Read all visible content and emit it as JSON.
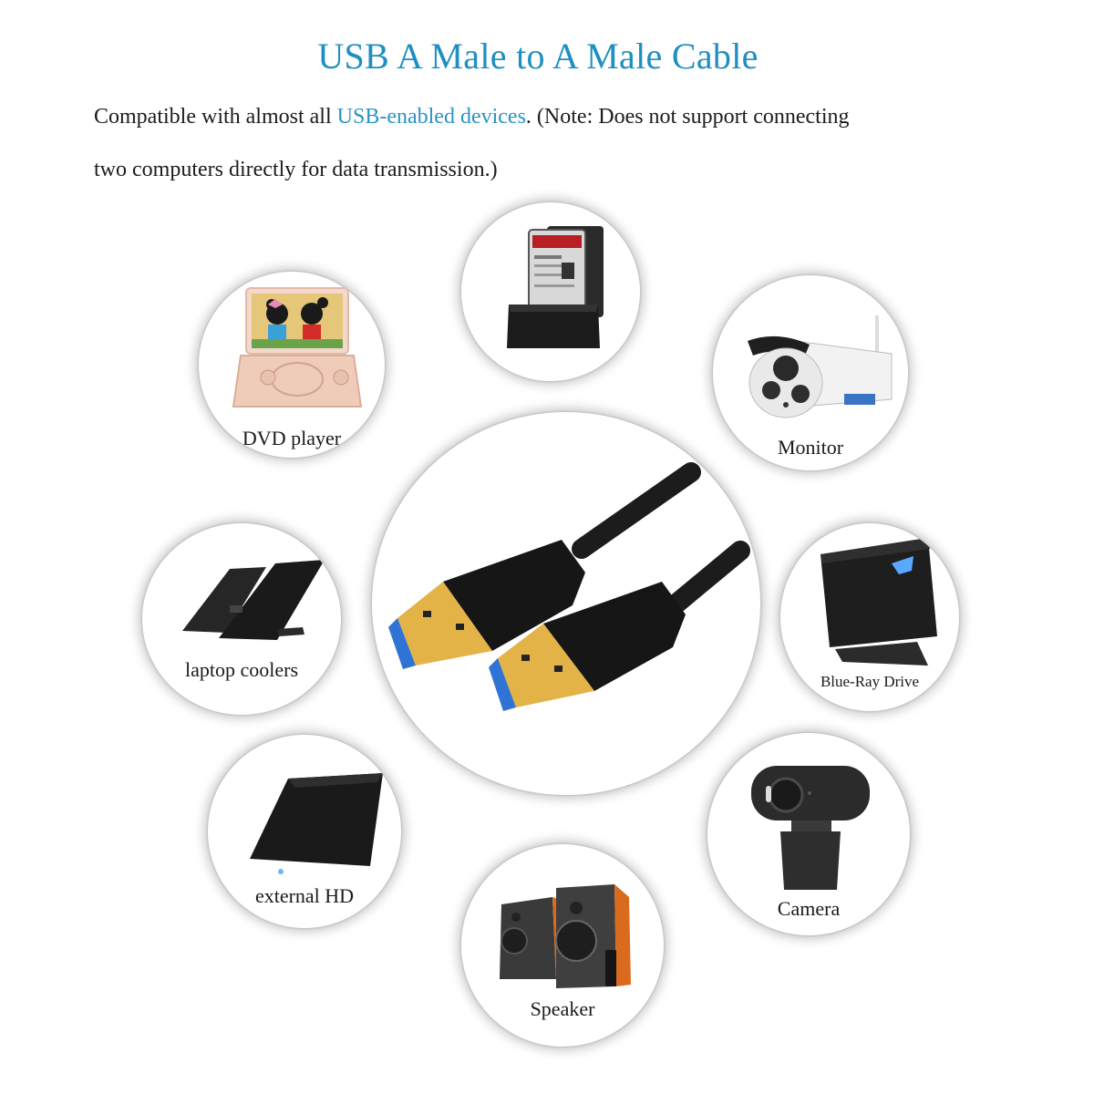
{
  "header": {
    "title": "USB A Male to A Male Cable",
    "desc_line1_prefix": "Compatible with almost all ",
    "desc_line1_highlight": "USB-enabled devices",
    "desc_line1_suffix": ". (Note: Does not support connecting",
    "desc_line2": "two computers directly for data transmission.)"
  },
  "colors": {
    "title": "#1e8fc0",
    "highlight": "#2a93c4",
    "text": "#1c1c1c"
  },
  "center": {
    "product": "usb-a-to-a-cable",
    "connector_color": "#d9a93a",
    "insert_color": "#2f73d4"
  },
  "devices": [
    {
      "id": "hdd-dock",
      "label": ""
    },
    {
      "id": "dvd-player",
      "label": "DVD player"
    },
    {
      "id": "monitor",
      "label": "Monitor"
    },
    {
      "id": "laptop-coolers",
      "label": "laptop coolers"
    },
    {
      "id": "blue-ray-drive",
      "label": "Blue-Ray Drive"
    },
    {
      "id": "external-hd",
      "label": "external HD"
    },
    {
      "id": "camera",
      "label": "Camera"
    },
    {
      "id": "speaker",
      "label": "Speaker"
    }
  ]
}
